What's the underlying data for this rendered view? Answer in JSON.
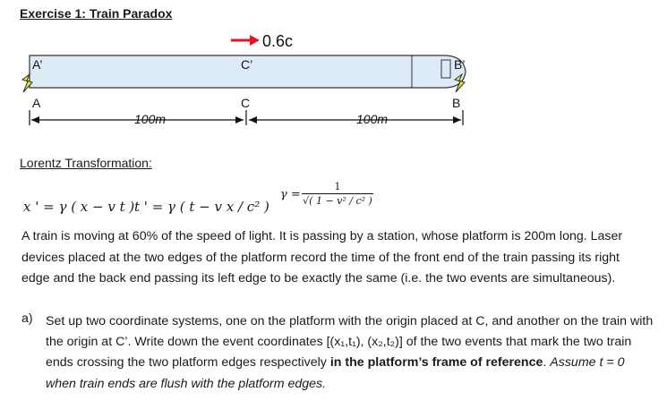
{
  "header": {
    "title": "Exercise 1: Train Paradox"
  },
  "diagram": {
    "speed_label": "0.6c",
    "train_left_label": "A’",
    "train_mid_label": "C’",
    "train_right_label": "B’",
    "platform_left_label": "A",
    "platform_mid_label": "C",
    "platform_right_label": "B",
    "left_distance": "100m",
    "right_distance": "100m",
    "colors": {
      "train_fill": "#dcebf7",
      "train_stroke": "#333333",
      "laser": "#f5e51d",
      "arrow": "#e8141c"
    }
  },
  "section": {
    "lorentz_label": "Lorentz Transformation:"
  },
  "equations": {
    "eq1": "x ' = γ ( x − v t )",
    "eq2": "t ' = γ ( t − v x / c² )",
    "gamma_lhs": "γ =",
    "gamma_num": "1",
    "gamma_den": "√( 1 − v² / c² )"
  },
  "body": {
    "paragraph": "A train is moving at 60% of the speed of light. It is passing by a station, whose platform is 200m long. Laser devices placed at the two edges of the platform record the time of the front end of the train passing its right edge and the back end passing its left edge to be exactly the same (i.e. the two events are simultaneous).",
    "question_letter": "a)",
    "question_part1": "Set up two coordinate systems, one on the platform with the origin placed at C, and another on the train with the origin at C’. Write down the event coordinates [(x₁,t₁), (x₂,t₂)] of the two events that mark the two train ends crossing the two platform edges respectively ",
    "question_bold": "in the platform’s frame of reference",
    "question_part2": ". ",
    "question_italic": "Assume t = 0 when train ends are flush with the platform edges."
  }
}
